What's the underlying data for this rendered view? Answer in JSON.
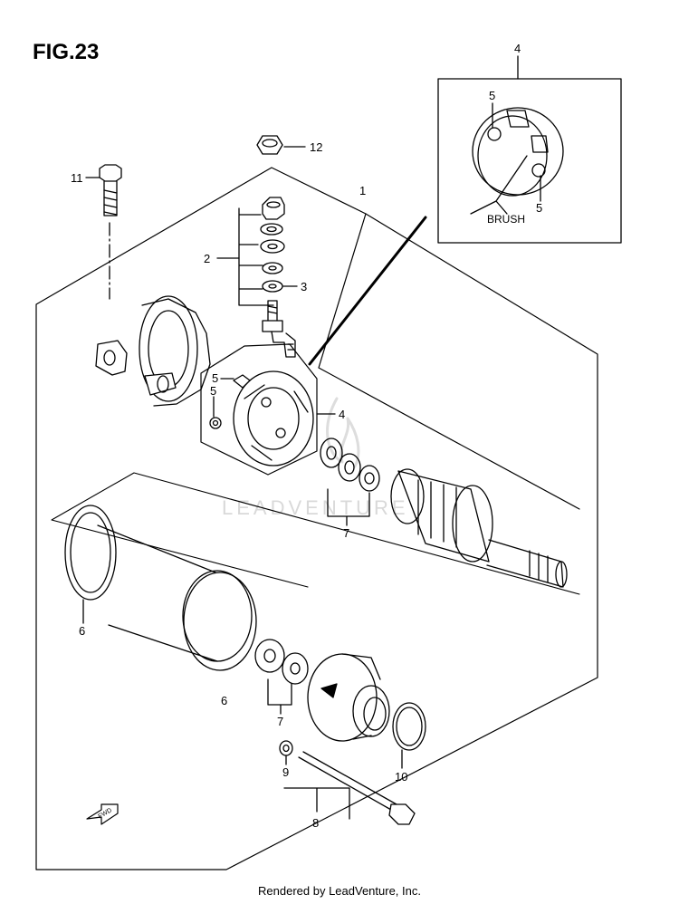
{
  "figure": {
    "title": "FIG.23",
    "footer": "Rendered by LeadVenture, Inc.",
    "watermark": "LEADVENTURE",
    "fwd_arrow": "FWD"
  },
  "callouts": {
    "c1": "1",
    "c2": "2",
    "c3": "3",
    "c4_top": "4",
    "c4_mid": "4",
    "c5_inset_top": "5",
    "c5_inset_bottom": "5",
    "c5_a": "5",
    "c5_b": "5",
    "c6_left": "6",
    "c6_mid": "6",
    "c7_top": "7",
    "c7_bottom": "7",
    "c8": "8",
    "c9": "9",
    "c10": "10",
    "c11": "11",
    "c12": "12"
  },
  "inset": {
    "brush_label": "BRUSH"
  }
}
